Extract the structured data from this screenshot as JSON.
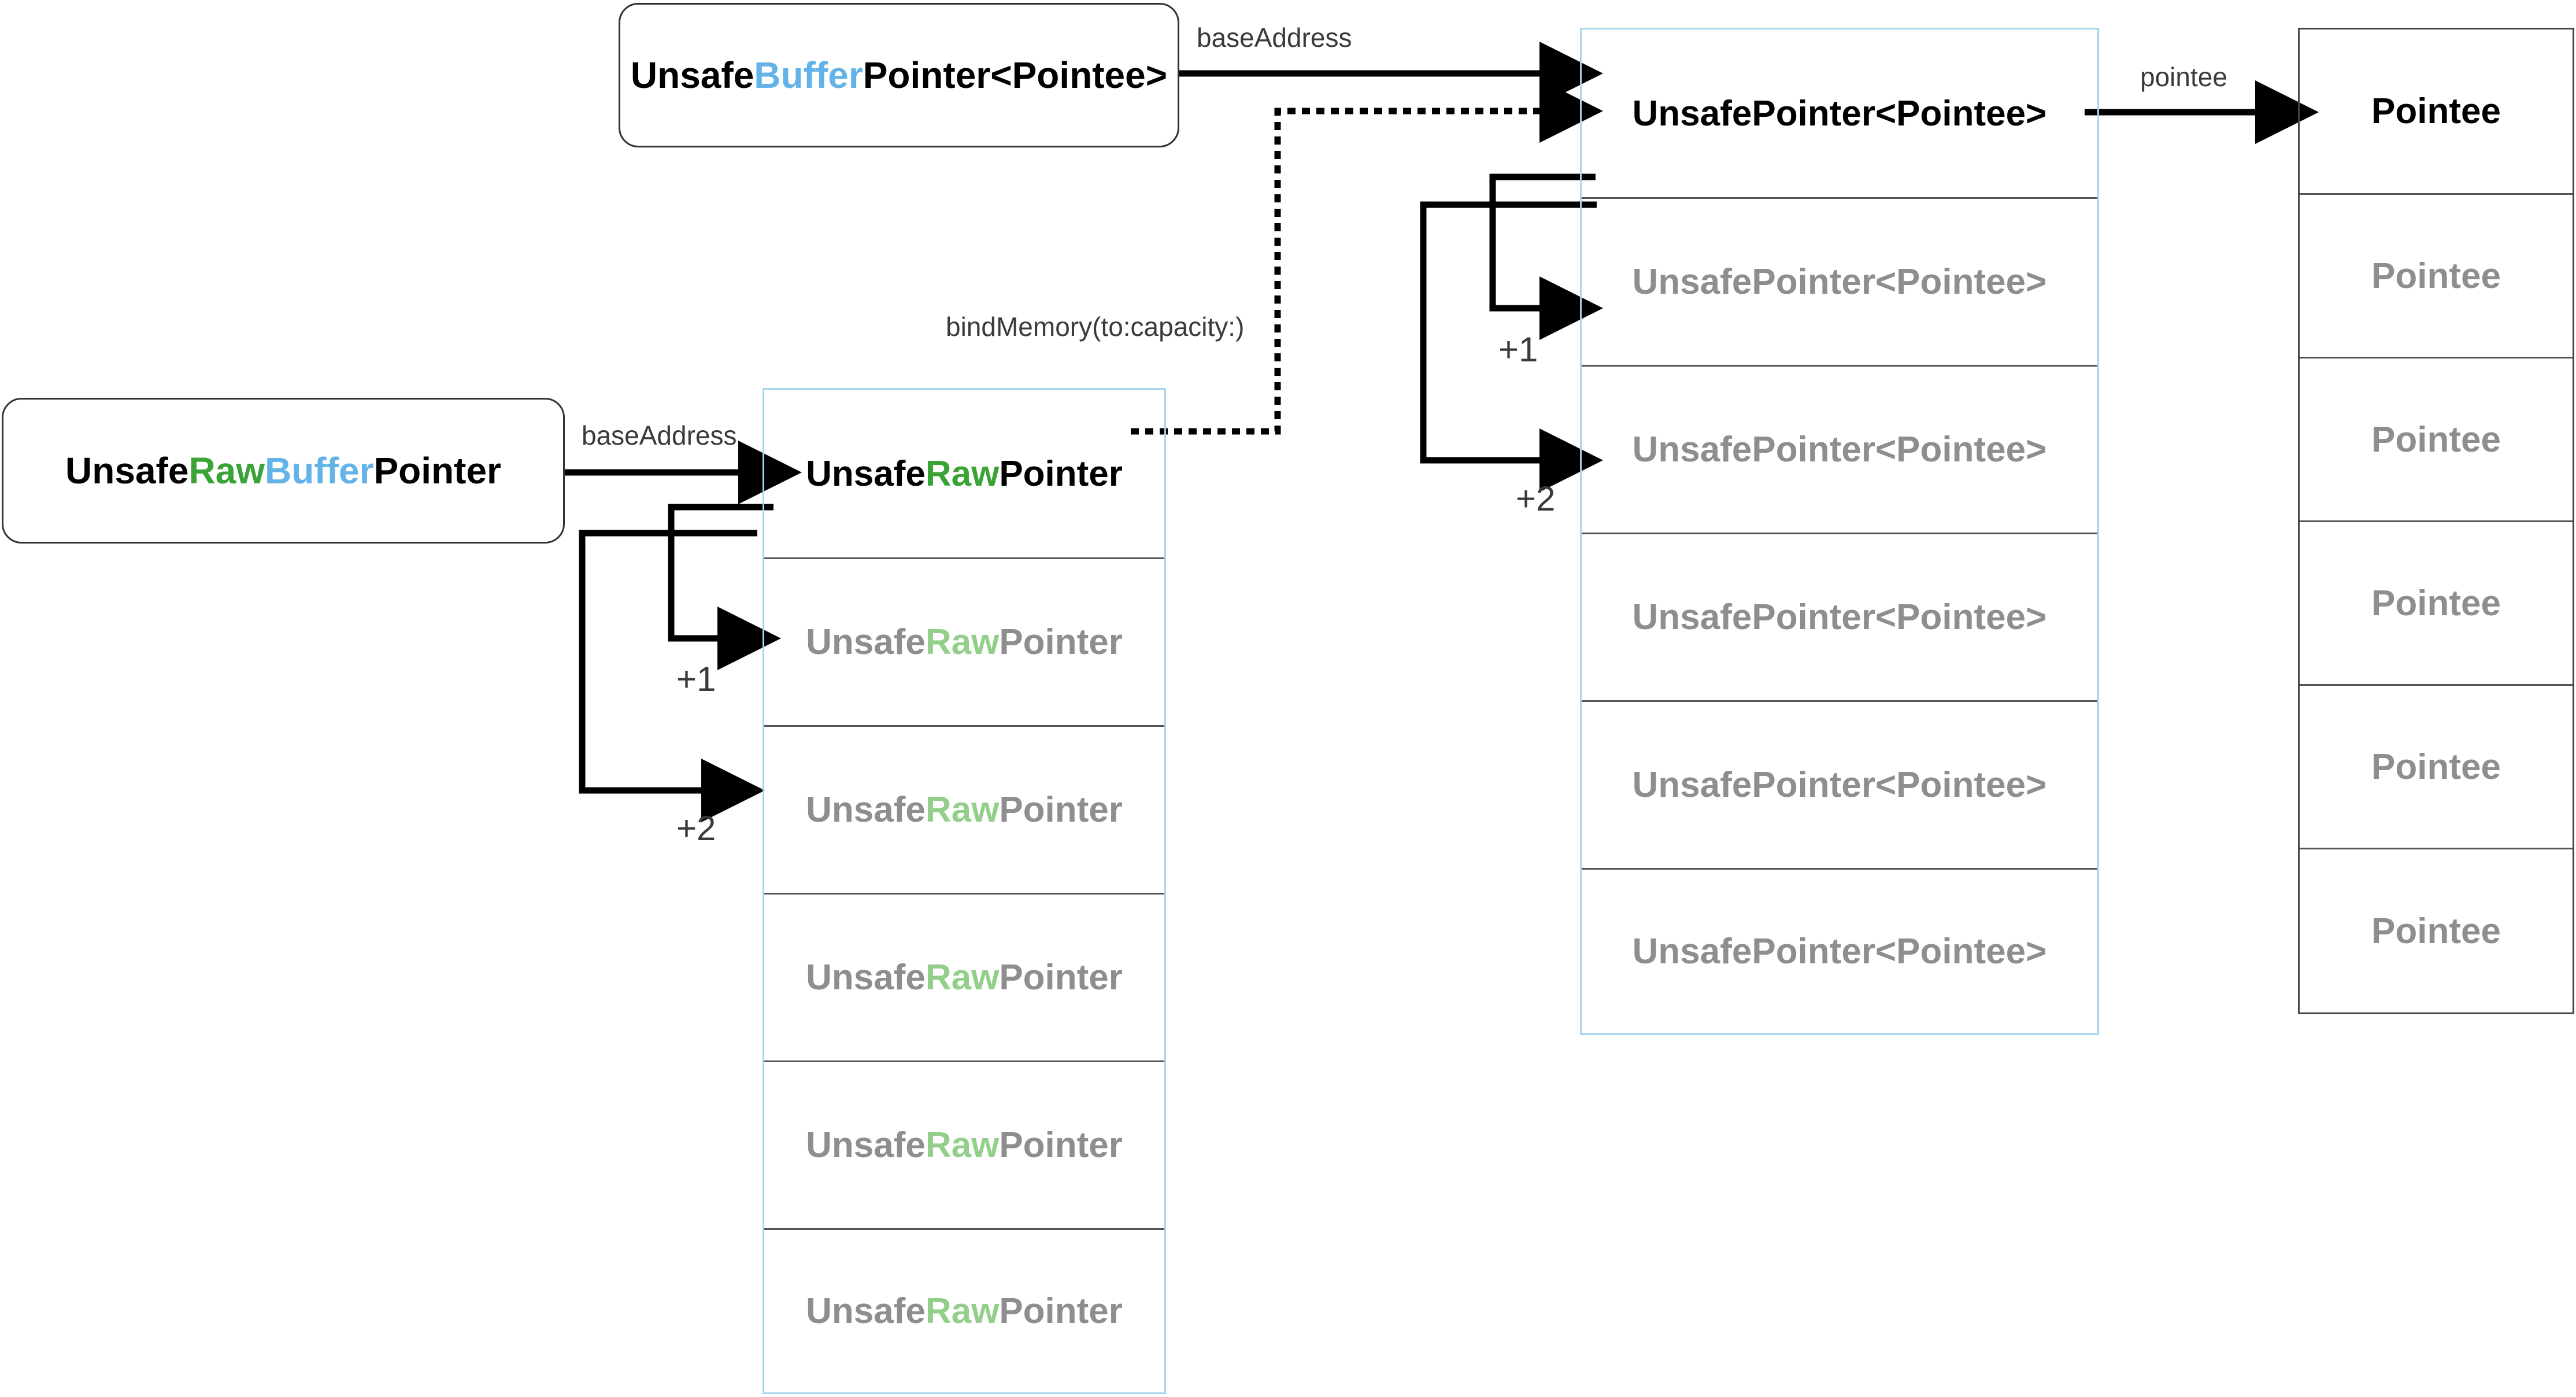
{
  "colors": {
    "black": "#000000",
    "raw_green": "#3aa335",
    "buffer_blue": "#63b3e8",
    "faded_text": "#8e8e8e",
    "faded_green": "#93cf8b",
    "column_border": "#a6d6ea"
  },
  "buffer_pointer": {
    "prefix": "Unsafe",
    "highlight": "Buffer",
    "suffix": "Pointer<Pointee>"
  },
  "raw_buffer_pointer": {
    "prefix": "Unsafe",
    "highlight_raw": "Raw",
    "highlight_buffer": "Buffer",
    "suffix": "Pointer"
  },
  "raw_pointer_column": {
    "cells": [
      {
        "prefix": "Unsafe",
        "highlight": "Raw",
        "suffix": "Pointer"
      },
      {
        "prefix": "Unsafe",
        "highlight": "Raw",
        "suffix": "Pointer"
      },
      {
        "prefix": "Unsafe",
        "highlight": "Raw",
        "suffix": "Pointer"
      },
      {
        "prefix": "Unsafe",
        "highlight": "Raw",
        "suffix": "Pointer"
      },
      {
        "prefix": "Unsafe",
        "highlight": "Raw",
        "suffix": "Pointer"
      },
      {
        "prefix": "Unsafe",
        "highlight": "Raw",
        "suffix": "Pointer"
      }
    ]
  },
  "typed_pointer_column": {
    "cells": [
      "UnsafePointer<Pointee>",
      "UnsafePointer<Pointee>",
      "UnsafePointer<Pointee>",
      "UnsafePointer<Pointee>",
      "UnsafePointer<Pointee>",
      "UnsafePointer<Pointee>"
    ]
  },
  "pointee_column": {
    "cells": [
      "Pointee",
      "Pointee",
      "Pointee",
      "Pointee",
      "Pointee",
      "Pointee"
    ]
  },
  "labels": {
    "base_address_top": "baseAddress",
    "base_address_left": "baseAddress",
    "pointee": "pointee",
    "bind_memory": "bindMemory(to:capacity:)",
    "left_plus_one": "+1",
    "left_plus_two": "+2",
    "right_plus_one": "+1",
    "right_plus_two": "+2"
  }
}
